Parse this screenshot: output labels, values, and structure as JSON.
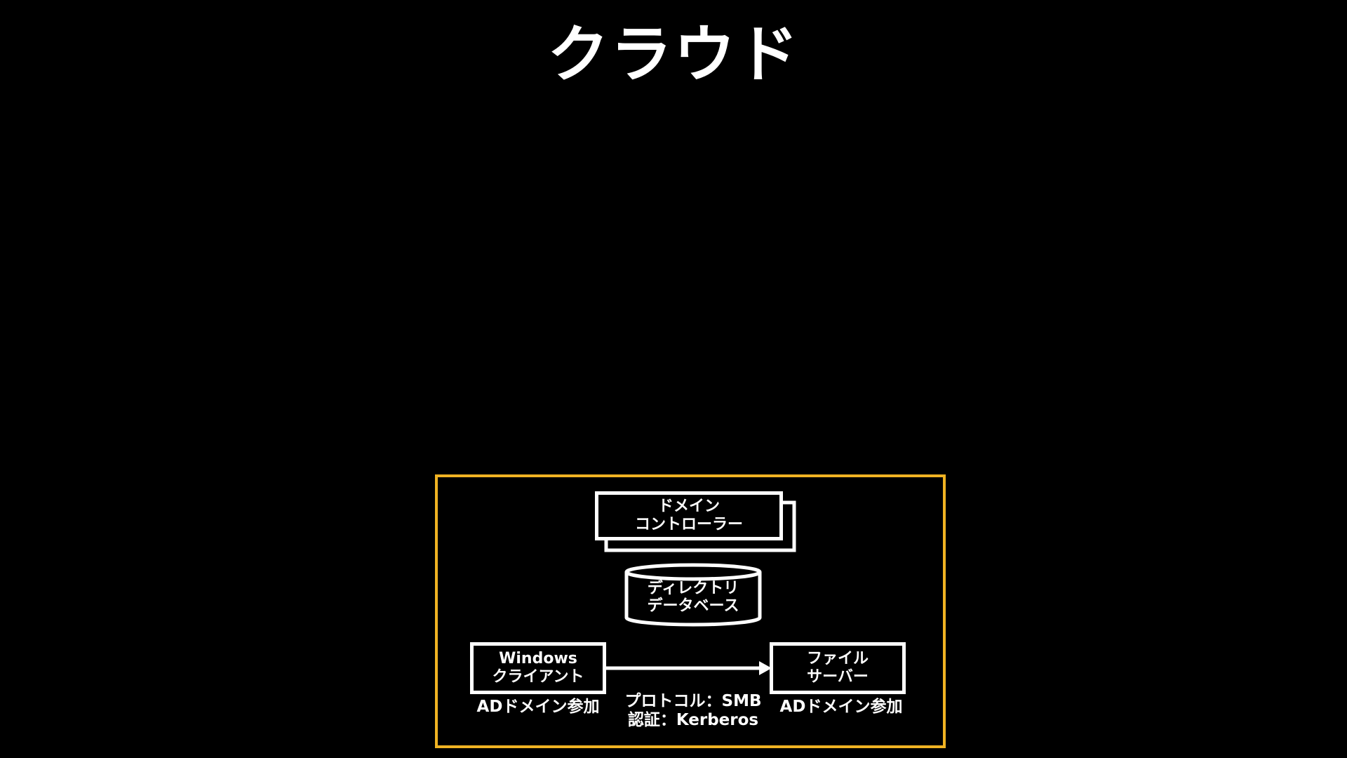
{
  "title": "クラウド",
  "colors": {
    "background": "#000000",
    "frame": "#f0b323",
    "foreground": "#ffffff"
  },
  "diagram": {
    "domain_controller": {
      "line1": "ドメイン",
      "line2": "コントローラー"
    },
    "directory_db": {
      "line1": "ディレクトリ",
      "line2": "データベース"
    },
    "windows_client": {
      "line1": "Windows",
      "line2": "クライアント",
      "caption": "ADドメイン参加"
    },
    "file_server": {
      "line1": "ファイル",
      "line2": "サーバー",
      "caption": "ADドメイン参加"
    },
    "connection": {
      "protocol": "プロトコル：SMB",
      "auth": "認証：Kerberos"
    }
  }
}
